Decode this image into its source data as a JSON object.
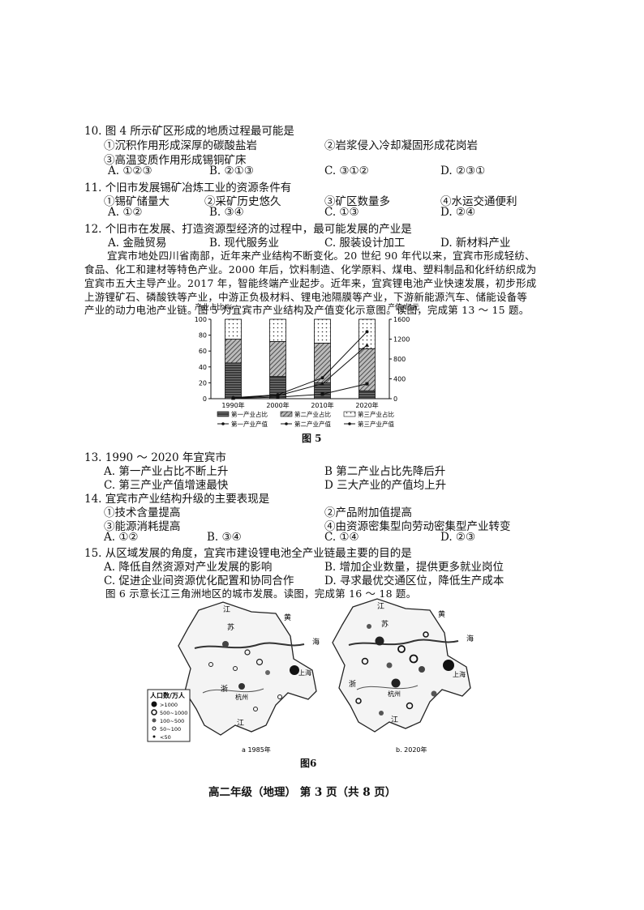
{
  "q10": {
    "stem": "10. 图 4 所示矿区形成的地质过程最可能是",
    "s1": "①沉积作用形成深厚的碳酸盐岩",
    "s2": "②岩浆侵入冷却凝固形成花岗岩",
    "s3": "③高温变质作用形成锡铜矿床",
    "A": "A. ①②③",
    "B": "B. ②①③",
    "C": "C. ③①②",
    "D": "D. ②③①"
  },
  "q11": {
    "stem": "11. 个旧市发展锡矿冶炼工业的资源条件有",
    "s1": "①锡矿储量大",
    "s2": "②采矿历史悠久",
    "s3": "③矿区数量多",
    "s4": "④水运交通便利",
    "A": "A. ①②",
    "B": "B. ③④",
    "C": "C. ①③",
    "D": "D. ②④"
  },
  "q12": {
    "stem": "12. 个旧市在发展、打造资源型经济的过程中，最可能发展的产业是",
    "A": "A. 金融贸易",
    "B": "B. 现代服务业",
    "C": "C. 服装设计加工",
    "D": "D. 新材料产业"
  },
  "passage": [
    "宜宾市地处四川省南部，近年来产业结构不断变化。20 世纪 90 年代以来，宜宾市形成轻纺、",
    "食品、化工和建材等特色产业。2000 年后，饮料制造、化学原料、煤电、塑料制品和化纤纺织成为",
    "宜宾市五大主导产业。2017 年，智能终端产业起步。近年来，宜宾锂电池产业快速发展，初步形成",
    "上游锂矿石、磷酸铁等产业，中游正负极材料、锂电池隔膜等产业，下游新能源汽车、储能设备等",
    "产业的动力电池产业链。图 5 为宜宾市产业结构及产值变化示意图。读图，完成第 13 ～ 15 题。"
  ],
  "chart_data": {
    "type": "bar",
    "categories": [
      "1990年",
      "2000年",
      "2010年",
      "2020年"
    ],
    "ylabel": "产业占比/%",
    "ylabel_right": "产值/亿元",
    "ylim": [
      0,
      100
    ],
    "ylim_right": [
      0,
      1600
    ],
    "yticks": [
      "0",
      "20",
      "40",
      "60",
      "80",
      "100"
    ],
    "yticks_right": [
      "0",
      "400",
      "800",
      "1200",
      "1600"
    ],
    "series": [
      {
        "name": "第一产业占比",
        "values": [
          45,
          28,
          20,
          10
        ]
      },
      {
        "name": "第二产业占比",
        "values": [
          30,
          44,
          50,
          53
        ]
      },
      {
        "name": "第三产业占比",
        "values": [
          25,
          28,
          30,
          37
        ]
      },
      {
        "name": "第一产业产值",
        "values": [
          10,
          30,
          90,
          300
        ]
      },
      {
        "name": "第二产业产值",
        "values": [
          20,
          80,
          420,
          1350
        ]
      },
      {
        "name": "第三产业产值",
        "values": [
          15,
          60,
          300,
          1080
        ]
      }
    ],
    "caption": "图 5"
  },
  "q13": {
    "stem": "13. 1990 ～ 2020 年宜宾市",
    "A": "A. 第一产业占比不断上升",
    "B": "B  第二产业占比先降后升",
    "C": "C. 第三产业产值增速最快",
    "D": "D  三大产业的产值均上升"
  },
  "q14": {
    "stem": "14. 宜宾市产业结构升级的主要表现是",
    "s1": "①技术含量提高",
    "s2": "②产品附加值提高",
    "s3": "③能源消耗提高",
    "s4": "④由资源密集型向劳动密集型产业转变",
    "A": "A. ①②",
    "B": "B. ③④",
    "C": "C. ①④",
    "D": "D. ②③"
  },
  "q15": {
    "stem": "15. 从区域发展的角度，宜宾市建设锂电池全产业链最主要的目的是",
    "A": "A. 降低自然资源对产业发展的影响",
    "B": "B. 增加企业数量，提供更多就业岗位",
    "C": "C. 促进企业间资源优化配置和协同合作",
    "D": "D. 寻求最优交通区位，降低生产成本"
  },
  "fig6_intro": "图 6 示意长江三角洲地区的城市发展。读图，完成第 16 ～ 18 题。",
  "map": {
    "legend_title": "人口数/万人",
    "legend_items": [
      ">1000",
      "500~1000",
      "100~500",
      "50~100",
      "<50"
    ],
    "label_a": "a 1985年",
    "label_b": "b. 2020年",
    "caption": "图6",
    "place_labels": [
      "江",
      "苏",
      "上海",
      "浙",
      "江",
      "杭州",
      "黄",
      "海"
    ]
  },
  "footer": "高二年级（地理） 第 3 页（共 8 页）"
}
